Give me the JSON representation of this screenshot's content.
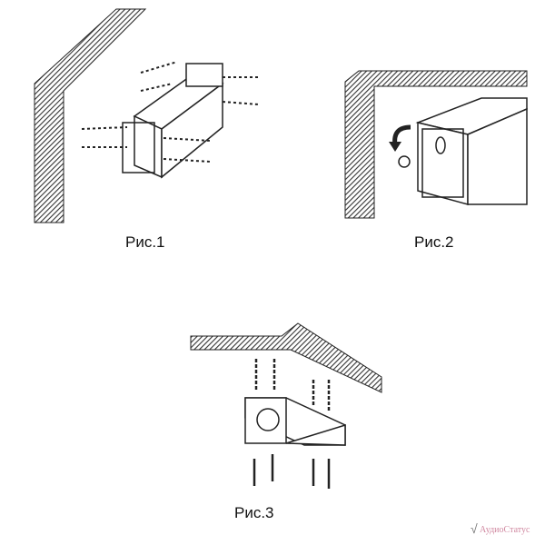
{
  "figures": [
    {
      "caption": "Рис.1"
    },
    {
      "caption": "Рис.2"
    },
    {
      "caption": "Рис.3"
    }
  ],
  "watermark": "АудиоСтатус"
}
